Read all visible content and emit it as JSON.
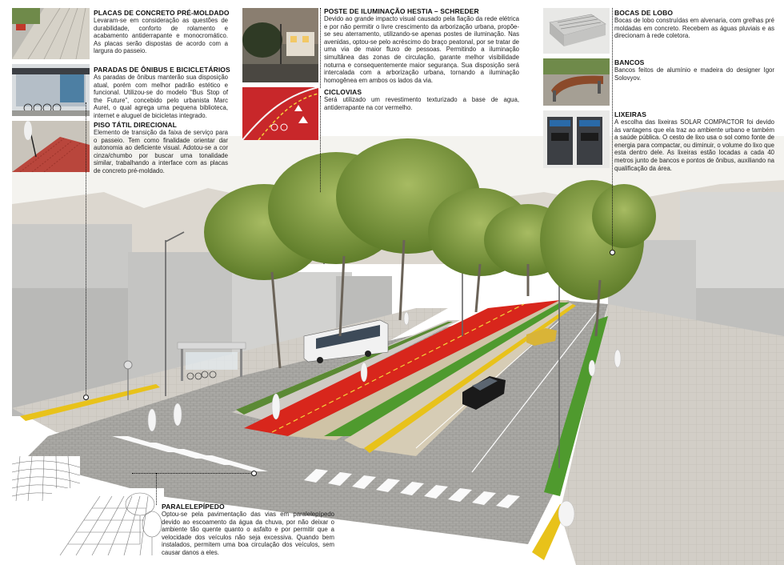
{
  "blocks": {
    "placas": {
      "title": "PLACAS DE CONCRETO PRÉ-MOLDADO",
      "text": "Levaram-se em consideração as questões de durabilidade, conforto de rolamento e acabamento antiderrapante e monocromático. As placas serão dispostas de acordo com a largura do passeio."
    },
    "paradas": {
      "title": "PARADAS DE ÔNIBUS E BICICLETÁRIOS",
      "text": "As paradas de ônibus manterão sua disposição atual, porém com melhor padrão estético e funcional. Utilizou-se do modelo “Bus Stop of the Future”, concebido pelo urbanista Marc Aurel, o qual agrega uma pequena biblioteca, internet e aluguel de bicicletas integrado."
    },
    "piso": {
      "title": "PISO TÁTIL DIRECIONAL",
      "text": "Elemento de transição da faixa de serviço para o passeio. Tem como finalidade orientar dar autonomia ao deficiente visual. Adotou-se a cor cinza/chumbo por buscar uma tonalidade similar, trabalhando a interface com as placas de concreto pré-moldado."
    },
    "poste": {
      "title": "POSTE DE ILUMINAÇÃO HESTIA – SCHREDER",
      "text": "Devido ao grande impacto visual causado pela fiação da rede elétrica e por não permitir o livre crescimento da arborização urbana, propõe-se seu aterramento, utilizando-se apenas postes de iluminação. Nas avenidas, optou-se pelo acréscimo do braço peatonal, por se tratar de uma via de maior fluxo de pessoas. Permitindo a iluminação simultânea das zonas de circulação, garante melhor visibilidade noturna e consequentemente maior segurança. Sua disposição será intercalada com a arborização urbana, tornando a iluminação homogênea em ambos os lados da via."
    },
    "ciclovias": {
      "title": "CICLOVIAS",
      "text": "Será utilizado um revestimento texturizado a base de agua, antiderrapante na cor vermelho."
    },
    "bocas": {
      "title": "BOCAS DE LOBO",
      "text": "Bocas de lobo construídas em alvenaria, com grelhas pré moldadas em concreto. Recebem as águas pluviais e as direcionam à rede coletora."
    },
    "bancos": {
      "title": "BANCOS",
      "text": "Bancos feitos de alumínio e madeira do designer Igor Solovyov."
    },
    "lixeiras": {
      "title": "LIXEIRAS",
      "text": "A escolha das lixeiras SOLAR COMPACTOR foi devido às vantagens que ela traz ao ambiente urbano e também a saúde pública. O cesto de lixo usa o sol como fonte de energia para compactar, ou diminuir, o volume do lixo que esta dentro dele. As lixeiras estão locadas a cada 40 metros junto de bancos e pontos de ônibus, auxiliando na qualificação da área."
    },
    "paralelepipedo": {
      "title": "PARALELEPÍPEDO",
      "text": "Optou-se pela pavimentação das vias em paralelepípedo devido ao escoamento da água da chuva, por não deixar o ambiente tão quente quanto o asfalto e por permitir que a velocidade dos veículos não seja excessiva. Quando bem instalados, permitem uma boa circulação dos veículos, sem causar danos a eles."
    }
  },
  "colors": {
    "bikeLane": "#d8261c",
    "grass": "#4f9a2e",
    "curbYellow": "#e8c21a",
    "cobble": "#a9a9a6",
    "sidewalk": "#cfcbc4",
    "building": "#bdbdbd",
    "tree": "#7d9a3a"
  }
}
